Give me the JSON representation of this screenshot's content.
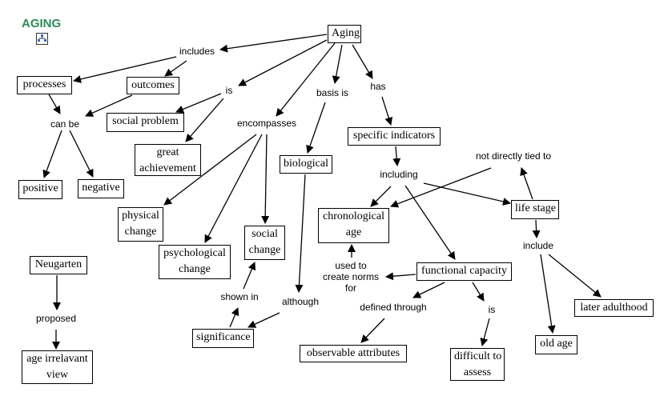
{
  "title": "AGING",
  "title_icon": "concept-map-icon",
  "colors": {
    "title": "#2e8b57",
    "lines": "#000000",
    "node_border": "#000000"
  },
  "nodes": {
    "aging": "Aging",
    "processes": "processes",
    "outcomes": "outcomes",
    "social_problem": "social problem",
    "great_achievement_1": "great",
    "great_achievement_2": "achievement",
    "positive": "positive",
    "negative": "negative",
    "physical_change_1": "physical",
    "physical_change_2": "change",
    "psychological_change_1": "psychological",
    "psychological_change_2": "change",
    "social_change_1": "social",
    "social_change_2": "change",
    "biological": "biological",
    "specific_indicators": "specific indicators",
    "chronological_age_1": "chronological",
    "chronological_age_2": "age",
    "life_stage": "life stage",
    "functional_capacity": "functional capacity",
    "observable_attributes": "observable attributes",
    "difficult_to_assess_1": "difficult to",
    "difficult_to_assess_2": "assess",
    "old_age": "old age",
    "later_adulthood": "later adulthood",
    "significance": "significance",
    "neugarten": "Neugarten",
    "age_irrelevant_view_1": "age irrelavant",
    "age_irrelevant_view_2": "view"
  },
  "links": {
    "includes": "includes",
    "is_1": "is",
    "encompasses": "encompasses",
    "basis_is": "basis is",
    "has": "has",
    "can_be": "can be",
    "including": "including",
    "not_directly_tied_to": "not directly tied to",
    "include": "include",
    "used_to_1": "used to",
    "used_to_2": "create norms",
    "used_to_3": "for",
    "defined_through": "defined through",
    "is_2": "is",
    "shown_in": "shown in",
    "although": "although",
    "proposed": "proposed"
  }
}
